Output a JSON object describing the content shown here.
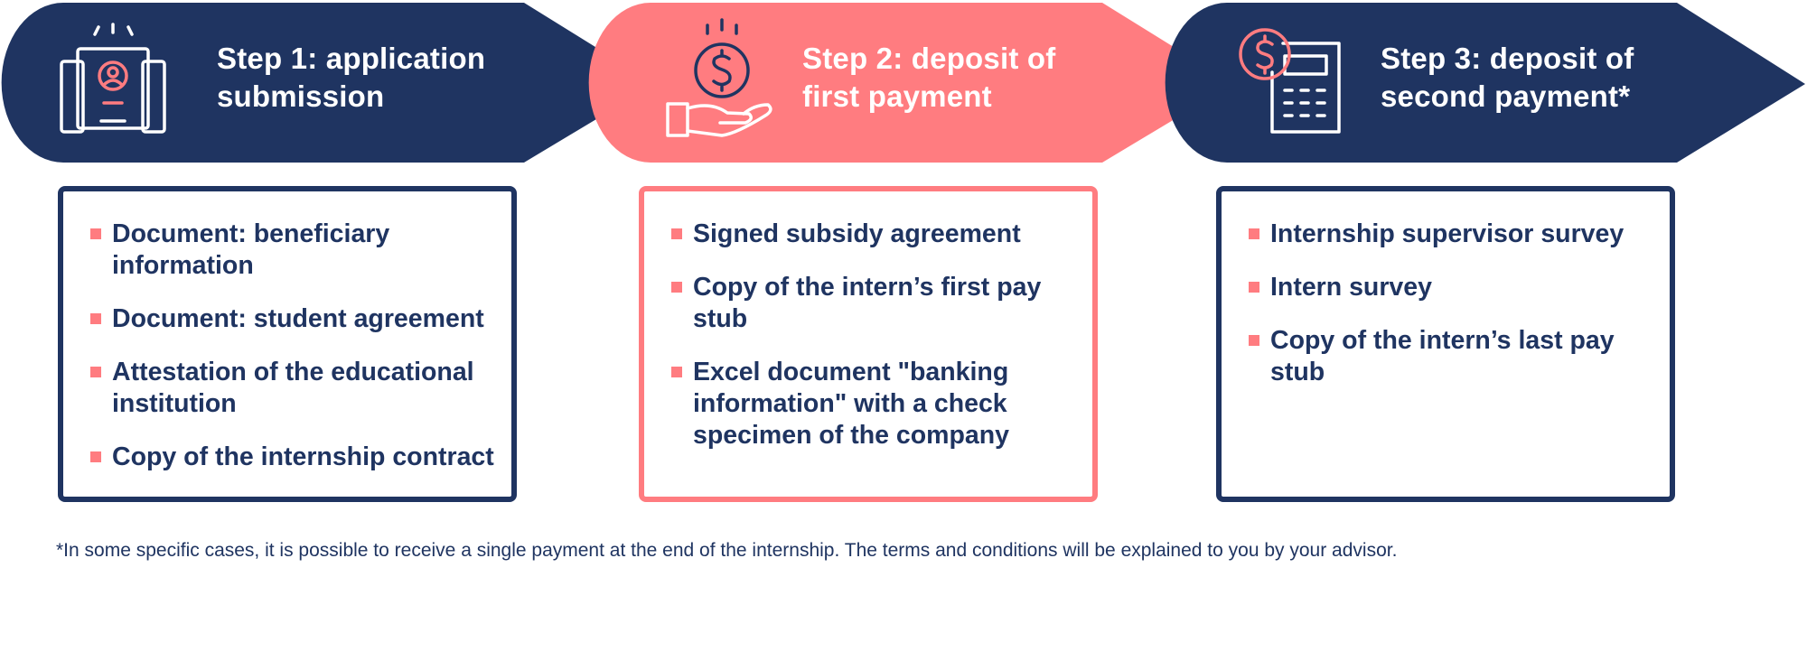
{
  "colors": {
    "navy": "#1f3461",
    "coral": "#ff7c80",
    "white": "#ffffff"
  },
  "steps": [
    {
      "title_line1": "Step 1: application",
      "title_line2": "submission",
      "icon": "id-card-icon",
      "items": [
        "Document: beneficiary information",
        "Document: student agreement",
        "Attestation of the educational institution",
        "Copy of the internship contract"
      ]
    },
    {
      "title_line1": "Step 2: deposit of",
      "title_line2": "first payment",
      "icon": "coin-in-hand-icon",
      "items": [
        "Signed subsidy agreement",
        "Copy of the intern’s first pay stub",
        "Excel document \"banking information\" with a check specimen of the company"
      ]
    },
    {
      "title_line1": "Step 3: deposit of",
      "title_line2": "second payment*",
      "icon": "calculator-dollar-icon",
      "items": [
        "Internship supervisor survey",
        "Intern survey",
        "Copy of the intern’s last pay stub"
      ]
    }
  ],
  "footnote": "*In some specific cases, it is possible to receive a single payment at the end of the internship. The terms and conditions will be explained to you by your advisor."
}
